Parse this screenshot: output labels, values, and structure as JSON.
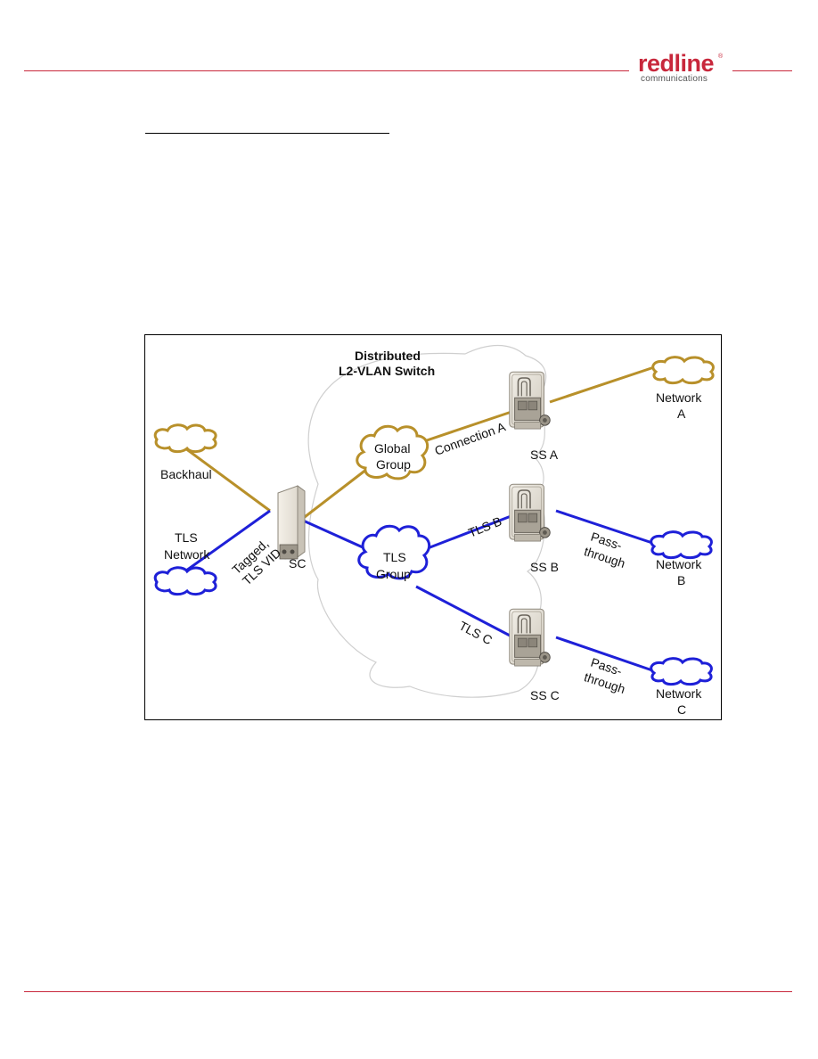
{
  "logo": {
    "word": "redline",
    "sub": "communications",
    "mark": "®"
  },
  "colors": {
    "brand": "#c8283c",
    "global": "#b8902a",
    "tls": "#1e20d8"
  },
  "diagram": {
    "title_line1": "Distributed",
    "title_line2": "L2-VLAN Switch",
    "backhaul": "Backhaul",
    "tls_network_1": "TLS",
    "tls_network_2": "Network",
    "tagged_1": "Tagged,",
    "tagged_2": "TLS VID",
    "sc": "SC",
    "global_group_1": "Global",
    "global_group_2": "Group",
    "tls_group_1": "TLS",
    "tls_group_2": "Group",
    "connection_a": "Connection A",
    "tls_b": "TLS B",
    "tls_c": "TLS C",
    "ss_a": "SS A",
    "ss_b": "SS B",
    "ss_c": "SS C",
    "pass_1": "Pass-",
    "pass_2": "through",
    "network": "Network",
    "net_a": "A",
    "net_b": "B",
    "net_c": "C"
  }
}
